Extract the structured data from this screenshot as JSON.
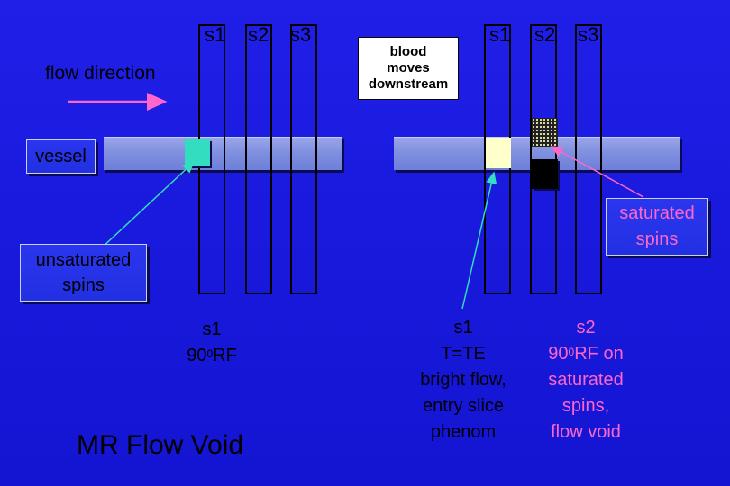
{
  "left_panel": {
    "slice_labels": [
      "s1",
      "s2",
      "s3"
    ],
    "flow_direction": "flow direction",
    "vessel_label": "vessel",
    "unsaturated_label": [
      "unsaturated",
      "spins"
    ],
    "caption_line1": "s1",
    "caption_rf_value": "90",
    "caption_rf_sup": "0",
    "caption_rf_unit": "RF"
  },
  "right_panel": {
    "slice_labels": [
      "s1",
      "s2",
      "s3"
    ],
    "blood_note": [
      "blood",
      "moves",
      "downstream"
    ],
    "saturated_label": [
      "saturated",
      "spins"
    ],
    "s1_caption": [
      "s1",
      "T=TE",
      "bright flow,",
      "entry slice",
      "phenom"
    ],
    "s2_caption": {
      "line1": "s2",
      "rf_value": "90",
      "rf_sup": "0",
      "rf_suffix": "RF on",
      "line3": "saturated",
      "line4": "spins,",
      "line5": "flow void"
    }
  },
  "title": "MR Flow Void",
  "colors": {
    "background": "#1a1ae6",
    "unsaturated_spin": "#33ddc0",
    "fresh_spin": "#ffffcc",
    "saturated_spin": "#000000",
    "arrow_cyan": "#33ddc0",
    "arrow_pink": "#ff66cc",
    "vessel": "#8090e0"
  }
}
